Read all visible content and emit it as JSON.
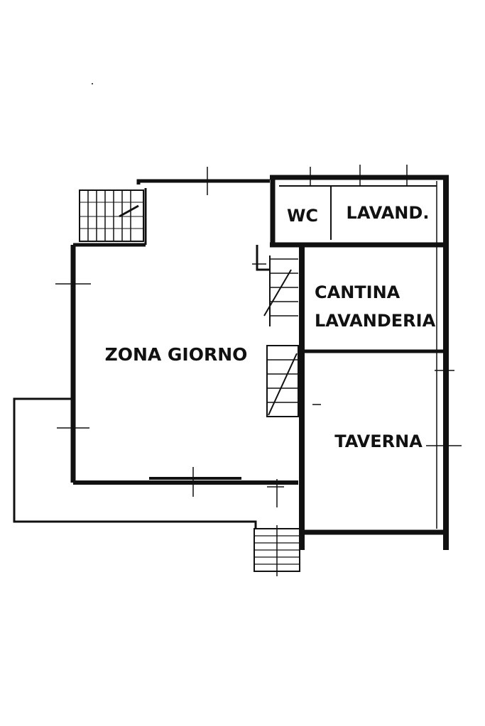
{
  "floorplan": {
    "rooms": {
      "zona_giorno": "ZONA GIORNO",
      "wc": "WC",
      "lavand": "LAVAND.",
      "cantina_line1": "CANTINA",
      "cantina_line2": "LAVANDERIA",
      "taverna": "TAVERNA"
    },
    "colors": {
      "ink": "#111111",
      "paper": "#ffffff"
    }
  }
}
